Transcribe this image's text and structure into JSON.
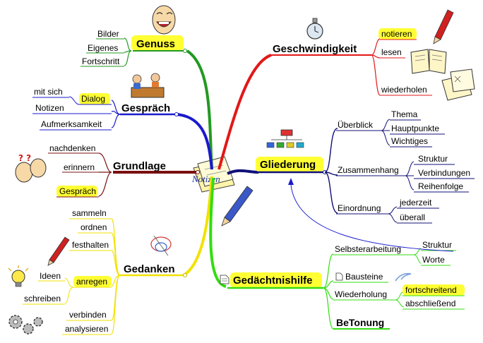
{
  "center": {
    "label": "Notizen"
  },
  "colors": {
    "green": "#229922",
    "blue": "#1a1acc",
    "maroon": "#7a1010",
    "yellow": "#f2e200",
    "red": "#e21818",
    "navy": "#10107a",
    "limegreen": "#33dd11",
    "highlight": "#ffff33"
  },
  "branches": {
    "genuss": {
      "label": "Genuss",
      "children": [
        "Bilder",
        "Eigenes",
        "Fortschritt"
      ]
    },
    "gespraech": {
      "label": "Gespräch",
      "children": [
        "Dialog",
        "Notizen",
        "Aufmerksamkeit"
      ],
      "dialog_children": [
        "mit sich"
      ]
    },
    "grundlage": {
      "label": "Grundlage",
      "children": [
        "nachdenken",
        "erinnern",
        "Gespräch"
      ]
    },
    "gedanken": {
      "label": "Gedanken",
      "children": [
        "sammeln",
        "ordnen",
        "festhalten",
        "anregen",
        "verbinden",
        "analysieren"
      ],
      "anregen_children": [
        "Ideen",
        "schreiben"
      ]
    },
    "geschwindigkeit": {
      "label": "Geschwindigkeit",
      "children": [
        "notieren",
        "lesen",
        "wiederholen"
      ]
    },
    "gliederung": {
      "label": "Gliederung",
      "ueberblick": {
        "label": "Überblick",
        "children": [
          "Thema",
          "Hauptpunkte",
          "Wichtiges"
        ]
      },
      "zusammenhang": {
        "label": "Zusammenhang",
        "children": [
          "Struktur",
          "Verbindungen",
          "Reihenfolge"
        ]
      },
      "einordnung": {
        "label": "Einordnung",
        "children": [
          "jederzeit",
          "überall"
        ]
      }
    },
    "gedaechtnishilfe": {
      "label": "Gedächtnishilfe",
      "selbsterarbeitung": {
        "label": "Selbsterarbeitung",
        "children": [
          "Struktur",
          "Worte"
        ]
      },
      "bausteine": {
        "label": "Bausteine"
      },
      "wiederholung": {
        "label": "Wiederholung",
        "children": [
          "fortschreitend",
          "abschließend"
        ]
      },
      "betonung": {
        "label": "BeTonung"
      }
    }
  },
  "icons": [
    "laughing-face-icon",
    "people-at-table-icon",
    "confused-faces-icon",
    "pencil-icon",
    "lightbulb-icon",
    "gears-icon",
    "stopwatch-icon",
    "book-icon",
    "notes-paper-icon",
    "org-chart-icon",
    "document-icon",
    "tornado-icon",
    "paper-clip-icon"
  ]
}
